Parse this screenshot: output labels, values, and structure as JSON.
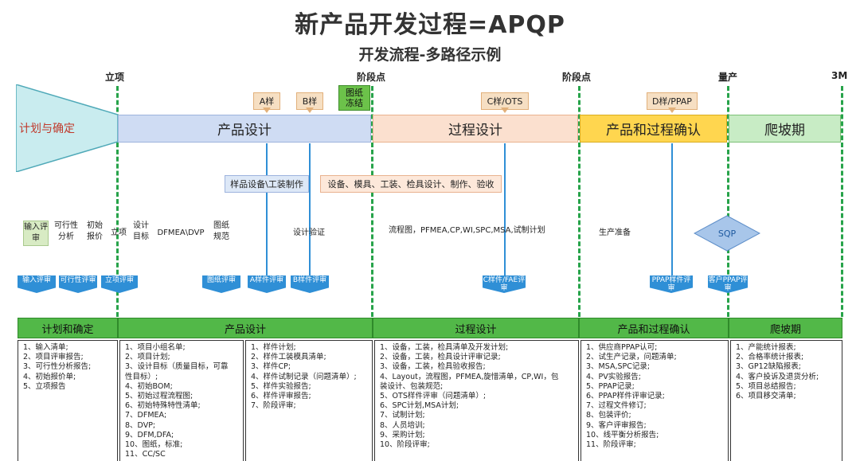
{
  "title": "新产品开发过程=APQP",
  "subtitle": "开发流程-多路径示例",
  "milestones": [
    "立项",
    "阶段点",
    "阶段点",
    "量产",
    "3M"
  ],
  "phases": [
    "计划与确定",
    "产品设计",
    "过程设计",
    "产品和过程确认",
    "爬坡期"
  ],
  "tags": [
    "A样",
    "B样",
    "图纸冻结",
    "C样/OTS",
    "D样/PPAP"
  ],
  "wide_tags": [
    "样品设备\\工装制作",
    "设备、模具、工装、检具设计、制作、验收"
  ],
  "activities": [
    "输入评审",
    "可行性分析",
    "初始报价",
    "立项",
    "设计目标",
    "DFMEA\\DVP",
    "图纸规范",
    "设计验证",
    "流程图，PFMEA,CP,WI,SPC,MSA,试制计划",
    "生产准备",
    "SQP"
  ],
  "reviews": [
    "输入评审",
    "可行性评审",
    "立项评审",
    "图纸评审",
    "A样件评审",
    "B样件评审",
    "C样件/FAE评审",
    "PPAP样件评审",
    "客户PPAP评审"
  ],
  "bottom_heads": [
    "计划和确定",
    "产品设计",
    "过程设计",
    "产品和过程确认",
    "爬坡期"
  ],
  "deliverables": {
    "plan": [
      "1、输入清单;",
      "2、项目评审报告;",
      "3、可行性分析报告;",
      "4、初始报价单;",
      "5、立项报告"
    ],
    "design_a": [
      "1、项目小组名单;",
      "2、项目计划;",
      "3、设计目标（质量目标，可靠",
      "性目标）;",
      "4、初始BOM;",
      "5、初始过程流程图;",
      "6、初始特殊特性清单;",
      "7、DFMEA;",
      "8、DVP;",
      "9、DFM,DFA;",
      "10、图纸，标准;",
      "11、CC/SC"
    ],
    "design_b": [
      "1、样件计划;",
      "2、样件工装模具清单;",
      "3、样件CP;",
      "4、样件试制记录（问题清单）;",
      "5、样件实验报告;",
      "6、样件评审报告;",
      "7、阶段评审;"
    ],
    "process": [
      "1、设备，工装，检具清单及开发计划;",
      "2、设备，工装，检具设计评审记录;",
      "3、设备，工装，检具验收报告;",
      "4、Layout，流程图，PFMEA,旋惜清单，CP,WI，包",
      "装设计、包装规范;",
      "5、OTS样件评审（问题清单）;",
      "6、SPC计划,MSA计划;",
      "7、试制计划;",
      "8、人员培训;",
      "9、采购计划;",
      "10、阶段评审;"
    ],
    "validation": [
      "1、供应商PPAP认可;",
      "2、试生产记录，问题清单;",
      "3、MSA,SPC记录;",
      "4、PV实验报告;",
      "5、PPAP记录;",
      "6、PPAP样件评审记录;",
      "7、过程文件修订;",
      "8、包装评价;",
      "9、客户评审报告;",
      "10、线平衡分析报告;",
      "11、阶段评审;"
    ],
    "ramp": [
      "1、产能统计报表;",
      "2、合格率统计报表;",
      "3、GP12缺陷报表;",
      "4、客户投诉及退货分析;",
      "5、项目总结报告;",
      "6、项目移交清单;"
    ]
  },
  "colors": {
    "plan": "#c9ecef",
    "design": "#cfdcf3",
    "process": "#fbe0cf",
    "validation": "#ffd64f",
    "ramp": "#c8ecc5",
    "line": "#27a34a",
    "review": "#2f8fd6",
    "header": "#52b848"
  }
}
